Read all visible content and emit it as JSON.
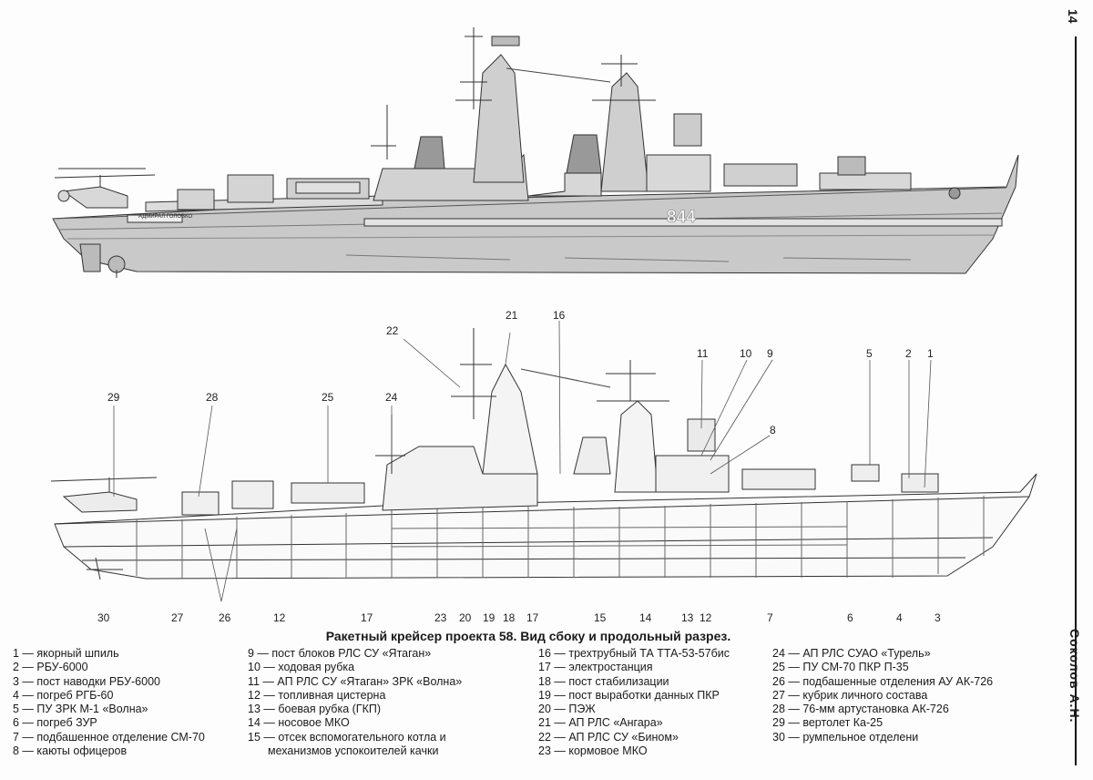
{
  "page": {
    "number": "14",
    "author": "Соколов А.Н."
  },
  "top_view": {
    "hull_number": "844",
    "name_plate": "АДМИРАЛ ГОЛОВКО"
  },
  "caption": "Ракетный крейсер проекта 58. Вид сбоку и продольный разрез.",
  "callouts": {
    "top": [
      "22",
      "21",
      "16",
      "11",
      "10",
      "9",
      "5",
      "2",
      "1",
      "29",
      "28",
      "25",
      "24",
      "8"
    ],
    "bottom": [
      "30",
      "27",
      "26",
      "12",
      "17",
      "23",
      "20",
      "19",
      "18",
      "17",
      "15",
      "14",
      "13",
      "12",
      "7",
      "6",
      "4",
      "3"
    ]
  },
  "legend": {
    "col1": [
      "1 — якорный шпиль",
      "2 — РБУ-6000",
      "3 — пост наводки РБУ-6000",
      "4 — погреб РГБ-60",
      "5 — ПУ ЗРК М-1 «Волна»",
      "6 — погреб ЗУР",
      "7 — подбашенное отделение СМ-70",
      "8 — каюты офицеров"
    ],
    "col2": [
      "9 — пост блоков РЛС СУ «Ятаган»",
      "10 — ходовая рубка",
      "11 — АП РЛС СУ «Ятаган» ЗРК «Волна»",
      "12 — топливная цистерна",
      "13 — боевая рубка (ГКП)",
      "14 — носовое МКО",
      "15 — отсек вспомогательного котла и",
      "механизмов успокоителей качки"
    ],
    "col3": [
      "16 — трехтрубный ТА ТТА-53-57бис",
      "17 — электростанция",
      "18 — пост стабилизации",
      "19 — пост выработки данных ПКР",
      "20 — ПЭЖ",
      "21 — АП РЛС «Ангара»",
      "22 — АП РЛС СУ «Бином»",
      "23 — кормовое МКО"
    ],
    "col4": [
      "24 — АП РЛС СУАО «Турель»",
      "25 — ПУ СМ-70 ПКР П-35",
      "26 — подбашенные отделения АУ АК-726",
      "27 — кубрик личного состава",
      "28 — 76-мм артустановка АК-726",
      "29 — вертолет Ка-25",
      "30 — румпельное отделени"
    ]
  }
}
